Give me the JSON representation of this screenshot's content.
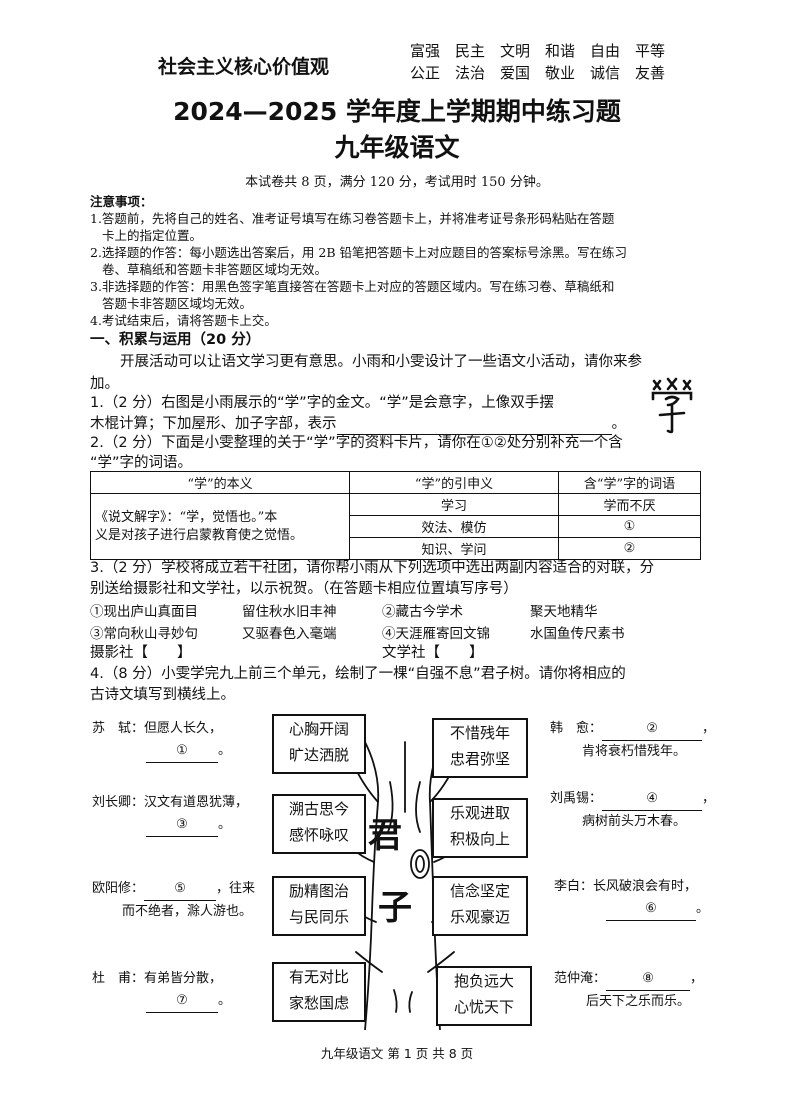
{
  "header": {
    "left": "社会主义核心价值观",
    "values_row1": [
      "富强",
      "民主",
      "文明",
      "和谐",
      "自由",
      "平等"
    ],
    "values_row2": [
      "公正",
      "法治",
      "爱国",
      "敬业",
      "诚信",
      "友善"
    ]
  },
  "title1": "2024—2025 学年度上学期期中练习题",
  "title2": "九年级语文",
  "exam_info": "本试卷共 8 页，满分 120 分，考试用时 150 分钟。",
  "notes": {
    "heading": "注意事项：",
    "n1a": "1.答题前，先将自己的姓名、准考证号填写在练习卷答题卡上，并将准考证号条形码粘贴在答题",
    "n1b": "卡上的指定位置。",
    "n2a": "2.选择题的作答：每小题选出答案后，用 2B 铅笔把答题卡上对应题目的答案标号涂黑。写在练习",
    "n2b": "卷、草稿纸和答题卡非答题区域均无效。",
    "n3a": "3.非选择题的作答：用黑色签字笔直接答在答题卡上对应的答题区域内。写在练习卷、草稿纸和",
    "n3b": "答题卡非答题区域均无效。",
    "n4": "4.考试结束后，请将答题卡上交。"
  },
  "section1": "一、积累与运用（20 分）",
  "intro_a": "开展活动可以让语文学习更有意思。小雨和小雯设计了一些语文小活动，请你来参",
  "intro_b": "加。",
  "q1a": "1.（2 分）右图是小雨展示的“学”字的金文。“学”是会意字，上像双手摆",
  "q1b": "木棍计算；下加屋形、加子字部，表示",
  "q1c": "。",
  "q2a": "2.（2 分）下面是小雯整理的关于“学”字的资料卡片，请你在①②处分别补充一个含",
  "q2b": "“学”字的词语。",
  "table": {
    "h1": "“学”的本义",
    "h2": "“学”的引申义",
    "h3": "含“学”字的词语",
    "orig_a": "《说文解字》：“学，觉悟也。”本",
    "orig_b": "义是对孩子进行启蒙教育使之觉悟。",
    "rows": [
      {
        "ext": "学习",
        "word": "学而不厌"
      },
      {
        "ext": "效法、模仿",
        "word": "①"
      },
      {
        "ext": "知识、学问",
        "word": "②"
      }
    ]
  },
  "q3a": "3.（2 分）学校将成立若干社团，请你帮小雨从下列选项中选出两副内容适合的对联，分",
  "q3b": "别送给摄影社和文学社，以示祝贺。（在答题卡相应位置填写序号）",
  "opt1a": "①现出庐山真面目",
  "opt1b": "留住秋水旧丰神",
  "opt2a": "②藏古今学术",
  "opt2b": "聚天地精华",
  "opt3a": "③常向秋山寻妙句",
  "opt3b": "又驱春色入毫端",
  "opt4a": "④天涯雁寄回文锦",
  "opt4b": "水国鱼传尺素书",
  "photo_club": "摄影社【　　】",
  "lit_club": "文学社【　　】",
  "q4a": "4.（8 分）小雯学完九上前三个单元，绘制了一棵“自强不息”君子树。请你将相应的",
  "q4b": "古诗文填写到横线上。",
  "tree": {
    "char1": "君",
    "char2": "子",
    "boxes": [
      {
        "l1": "心胸开阔",
        "l2": "旷达洒脱"
      },
      {
        "l1": "不惜残年",
        "l2": "忠君弥坚"
      },
      {
        "l1": "溯古思今",
        "l2": "感怀咏叹"
      },
      {
        "l1": "乐观进取",
        "l2": "积极向上"
      },
      {
        "l1": "励精图治",
        "l2": "与民同乐"
      },
      {
        "l1": "信念坚定",
        "l2": "乐观豪迈"
      },
      {
        "l1": "有无对比",
        "l2": "家愁国虑"
      },
      {
        "l1": "抱负远大",
        "l2": "心忧天下"
      }
    ]
  },
  "poets": {
    "sushi": "苏　轼：但愿人长久，",
    "m1": "①",
    "hanyu": "韩　愈：",
    "m2": "②",
    "hanyu2": "肯将衰朽惜残年。",
    "liuzq": "刘长卿：汉文有道恩犹薄，",
    "m3": "③",
    "liuyx": "刘禹锡：",
    "m4": "④",
    "liuyx2": "病树前头万木春。",
    "ouyang": "欧阳修：",
    "m5": "⑤",
    "ouyang_b": "，往来",
    "ouyang2": "而不绝者，滁人游也。",
    "libai": "李白：长风破浪会有时，",
    "m6": "⑥",
    "dufu": "杜　甫：有弟皆分散，",
    "m7": "⑦",
    "fan": "范仲淹：",
    "m8": "⑧",
    "fan2": "后天下之乐而乐。",
    "comma": "，",
    "period": "。"
  },
  "footer": "九年级语文 第 1 页 共 8 页"
}
